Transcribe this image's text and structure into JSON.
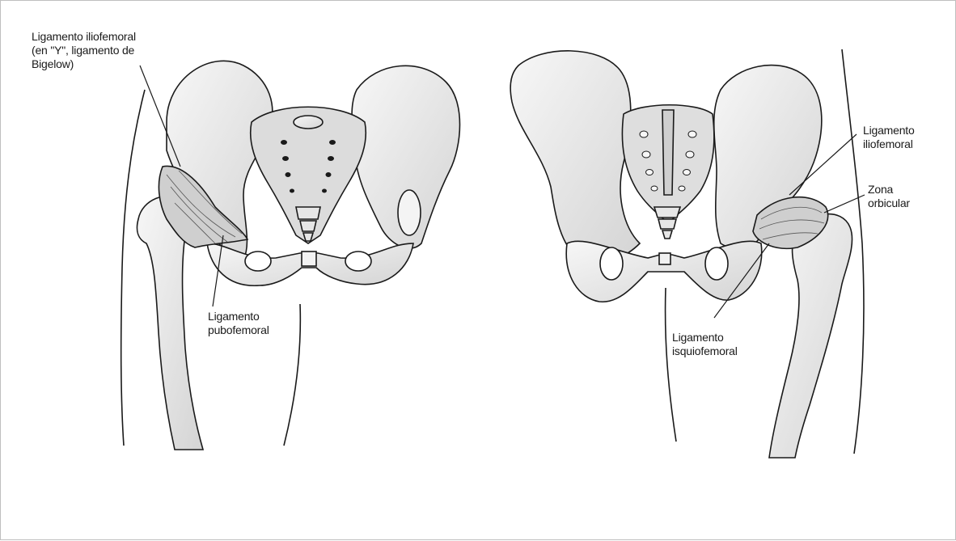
{
  "labels": {
    "left_iliofemoral_line1": "Ligamento iliofemoral",
    "left_iliofemoral_line2": "(en \"Y\", ligamento de",
    "left_iliofemoral_line3": "Bigelow)",
    "left_pubofemoral_line1": "Ligamento",
    "left_pubofemoral_line2": "pubofemoral",
    "right_iliofemoral_line1": "Ligamento",
    "right_iliofemoral_line2": "iliofemoral",
    "right_zona_line1": "Zona",
    "right_zona_line2": "orbicular",
    "right_isquiofemoral_line1": "Ligamento",
    "right_isquiofemoral_line2": "isquiofemoral"
  },
  "colors": {
    "ink": "#1a1a1a",
    "bone_fill": "#ececec",
    "bone_shade": "#d0d0d0",
    "ligament": "#c8c8c8",
    "frame_border": "#bfbfbf"
  }
}
